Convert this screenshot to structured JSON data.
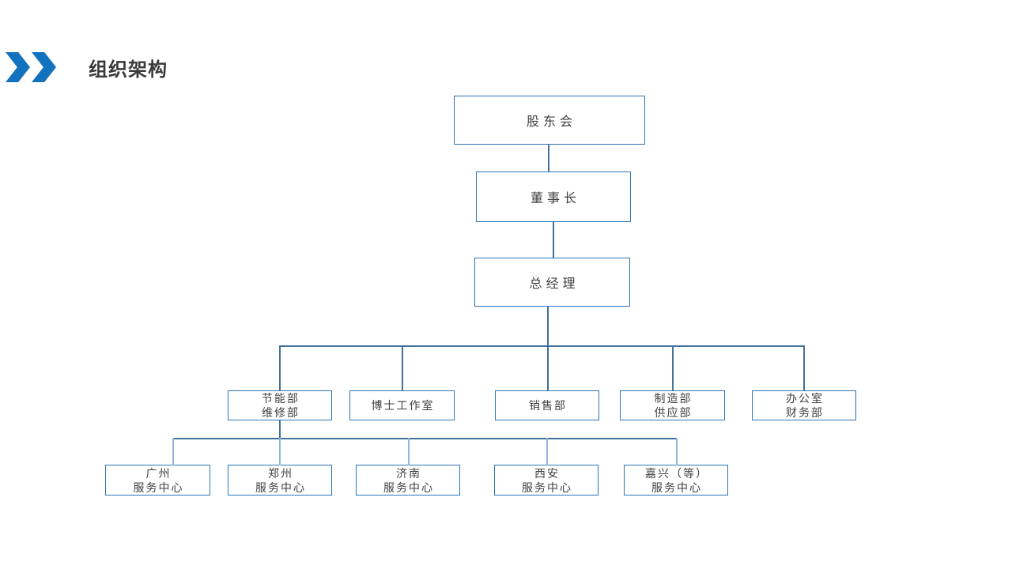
{
  "theme": {
    "accent": "#1272BD",
    "box_border": "#2E75B6",
    "connector": "#41719C",
    "connector_light": "#93B5DC",
    "box_text": "#404040",
    "title_color": "#3A3A3A"
  },
  "header": {
    "title": "组织架构"
  },
  "org_chart": {
    "top": {
      "label": "股东会"
    },
    "chairman": {
      "label": "董事长"
    },
    "general_manager": {
      "label": "总经理"
    },
    "departments": [
      {
        "line1": "节能部",
        "line2": "维修部"
      },
      {
        "line1": "博士工作室",
        "line2": ""
      },
      {
        "line1": "销售部",
        "line2": ""
      },
      {
        "line1": "制造部",
        "line2": "供应部"
      },
      {
        "line1": "办公室",
        "line2": "财务部"
      }
    ],
    "service_centers": [
      {
        "line1": "广州",
        "line2": "服务中心"
      },
      {
        "line1": "郑州",
        "line2": "服务中心"
      },
      {
        "line1": "济南",
        "line2": "服务中心"
      },
      {
        "line1": "西安",
        "line2": "服务中心"
      },
      {
        "line1": "嘉兴（等）",
        "line2": "服务中心"
      }
    ]
  }
}
